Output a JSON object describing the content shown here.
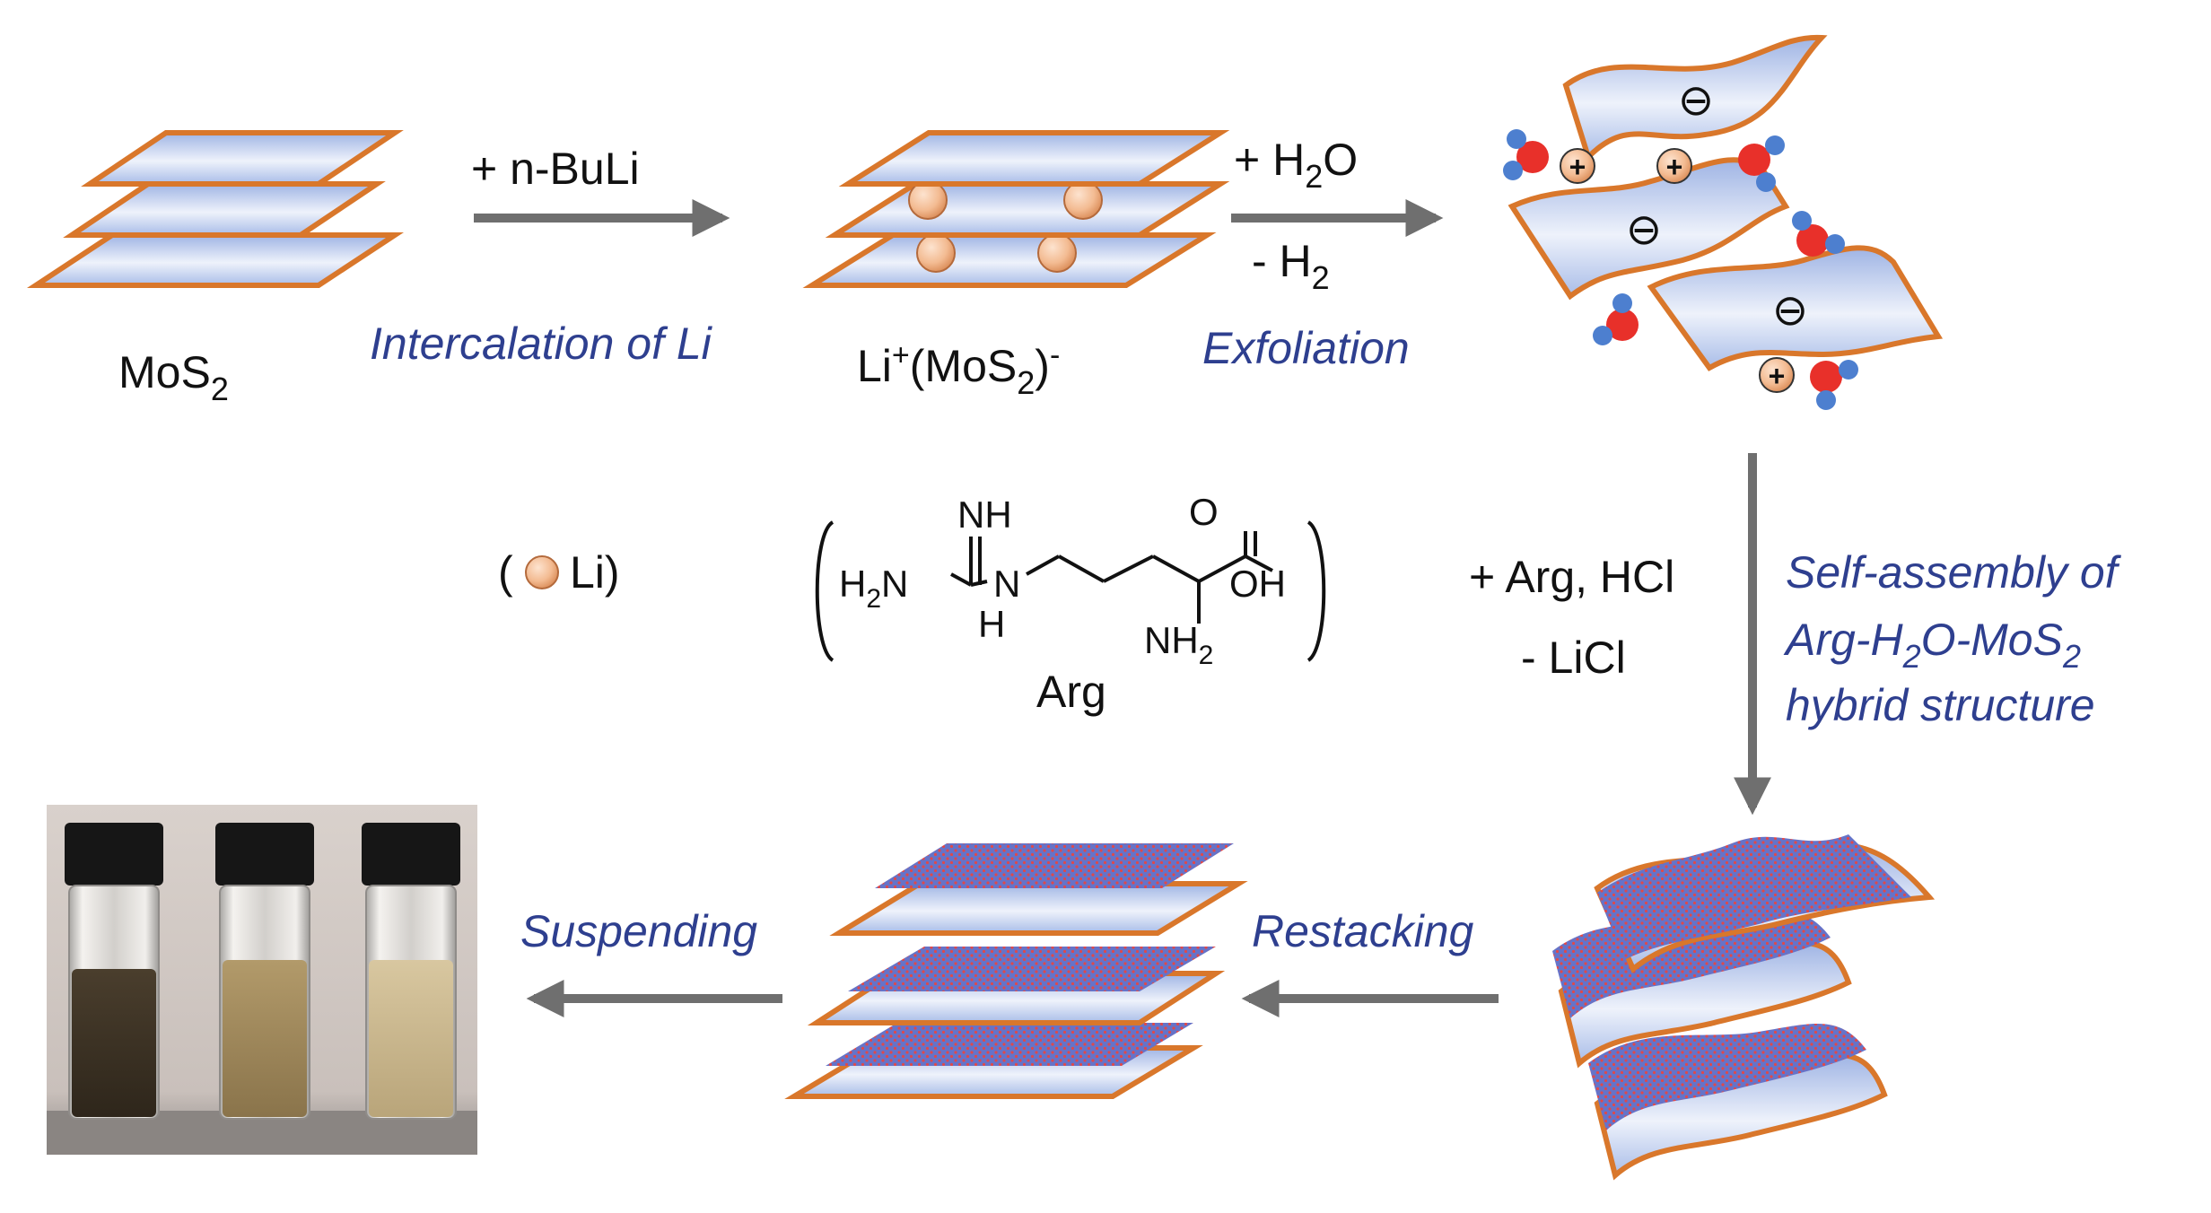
{
  "colors": {
    "sheet_fill": "#dfe6f7",
    "sheet_edge": "#d9772b",
    "arrow": "#6f6f6f",
    "step_text": "#2e3f8f",
    "li_sphere": "#f1b98f",
    "oxygen": "#e8302a",
    "hydrogen": "#4d7fcf",
    "arg_dot": "#e0484a"
  },
  "labels": {
    "mos2_base": "MoS",
    "mos2_sub": "2",
    "nbuli": "+ n-BuLi",
    "intercalation": "Intercalation of Li",
    "li_prefix": "Li",
    "li_sup": "+",
    "li_mid": "(MoS",
    "li_sub": "2",
    "li_close": ")",
    "li_sup2": "-",
    "h2o_plus": "+ H",
    "h2o_sub": "2",
    "h2o_o": "O",
    "h2_minus": "- H",
    "h2_sub": "2",
    "exfoliation": "Exfoliation",
    "legend_open": "(",
    "legend_li": "Li)",
    "arg_name": "Arg",
    "arg_hcl": "+ Arg, HCl",
    "licl": "- LiCl",
    "self_assembly_1": "Self-assembly of",
    "self_assembly_2a": "Arg-H",
    "self_assembly_2sub": "2",
    "self_assembly_2b": "O-MoS",
    "self_assembly_2sub2": "2",
    "self_assembly_3": "hybrid structure",
    "restacking": "Restacking",
    "suspending": "Suspending"
  },
  "structure": {
    "nh": "NH",
    "h2n_h": "H",
    "h2n_sub": "2",
    "h2n_n": "N",
    "n": "N",
    "h": "H",
    "o": "O",
    "oh": "OH",
    "nh2_base": "NH",
    "nh2_sub": "2"
  },
  "charges": {
    "negative": "⊖",
    "positive": "+"
  },
  "icons": [
    "li-sphere-icon",
    "water-molecule-icon",
    "vial-icon"
  ]
}
